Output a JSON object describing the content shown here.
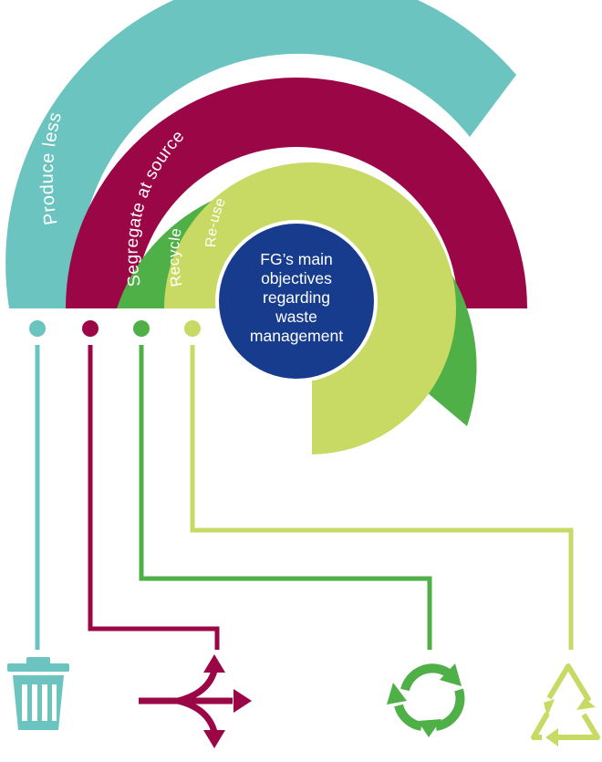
{
  "colors": {
    "teal": "#6BC4C0",
    "magenta": "#9B0646",
    "green": "#4FB048",
    "lime": "#C9DA64",
    "navy": "#173C8E",
    "white": "#FFFFFF"
  },
  "layers": [
    {
      "id": "produce-less",
      "label": "Produce less",
      "color": "#6BC4C0",
      "icon": "trash-bin-icon"
    },
    {
      "id": "segregate-at-source",
      "label": "Segregate at source",
      "color": "#9B0646",
      "icon": "split-arrows-icon"
    },
    {
      "id": "recycle",
      "label": "Recycle",
      "color": "#4FB048",
      "icon": "recycle-arrows-icon"
    },
    {
      "id": "re-use",
      "label": "Re-use",
      "color": "#C9DA64",
      "icon": "recycling-triangle-icon"
    }
  ],
  "center": {
    "lines": [
      "FG’s main",
      "objectives",
      "regarding",
      "waste",
      "management"
    ],
    "color": "#173C8E"
  }
}
